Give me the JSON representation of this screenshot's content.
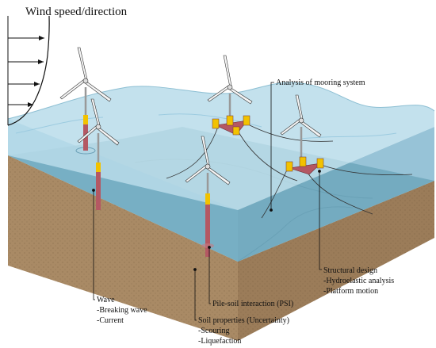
{
  "wind_label": "Wind speed/direction",
  "annotations": {
    "mooring": "Analysis of mooring system",
    "structural": [
      "Structural design",
      "-Hydroelastic analysis",
      "-Platform motion"
    ],
    "wave": [
      "Wave",
      "-Breaking wave",
      "-Current"
    ],
    "psi": "Pile-soil interaction (PSI)",
    "soil": [
      "Soil properties (Uncertainty)",
      "-Scouring",
      "-Liquefaction"
    ]
  },
  "colors": {
    "sea_surface": "#b7dbe8",
    "water_body": "#8fc3d8",
    "seabed": "#8fb5bc",
    "soil_front": "#a88a66",
    "soil_side": "#9a7c5a",
    "tower_yellow": "#f2c200",
    "pile_red": "#b45863"
  }
}
